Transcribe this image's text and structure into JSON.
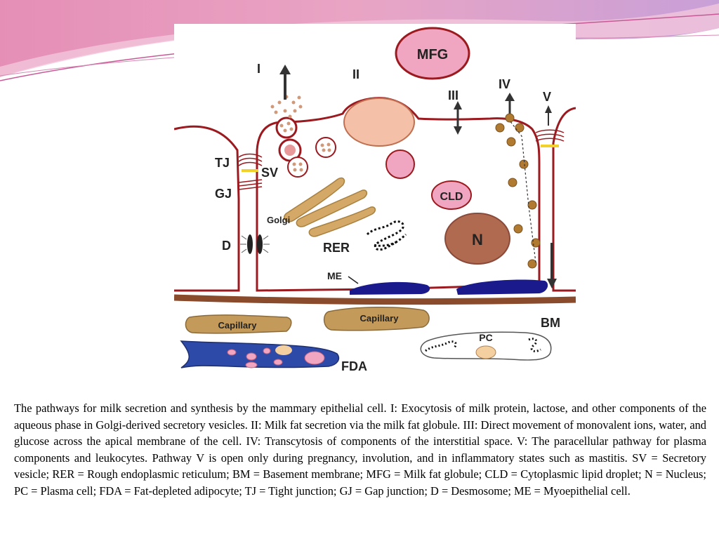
{
  "diagram": {
    "labels": {
      "mfg": "MFG",
      "path_i": "I",
      "path_ii": "II",
      "path_iii": "III",
      "path_iv": "IV",
      "path_v": "V",
      "tj": "TJ",
      "sv": "SV",
      "gj": "GJ",
      "golgi": "Golgi",
      "cld": "CLD",
      "d": "D",
      "rer": "RER",
      "n": "N",
      "me": "ME",
      "capillary_1": "Capillary",
      "capillary_2": "Capillary",
      "bm": "BM",
      "pc": "PC",
      "fda": "FDA"
    },
    "colors": {
      "membrane": "#9b1a1f",
      "basement_membrane": "#8a4a2c",
      "golgi": "#d4a867",
      "capillary": "#c49a5a",
      "nucleus": "#b06a50",
      "myoepithelial": "#1a1a8c",
      "adipocyte": "#2d4aa8",
      "fat_globule": "#f0a6c0",
      "vesicle_particle": "#d09a7a",
      "transcytosis_particle": "#b07a30"
    }
  },
  "caption": {
    "text": "The pathways for milk secretion and synthesis by the mammary epithelial cell. I: Exocytosis of milk protein, lactose, and other components of the aqueous phase in Golgi-derived secretory vesicles. II: Milk fat secretion via the milk fat globule. III: Direct movement of monovalent ions, water, and glucose across the apical membrane of the cell. IV: Transcytosis of components of the interstitial space. V: The paracellular pathway for plasma components and leukocytes. Pathway V is open only during pregnancy, involution, and in inflammatory states such as mastitis. SV = Secretory vesicle; RER = Rough endoplasmic reticulum; BM = Basement membrane; MFG = Milk fat globule; CLD = Cytoplasmic lipid droplet; N = Nucleus; PC = Plasma cell; FDA = Fat-depleted adipocyte; TJ = Tight junction; GJ = Gap junction; D = Desmosome; ME = Myoepithelial cell."
  }
}
